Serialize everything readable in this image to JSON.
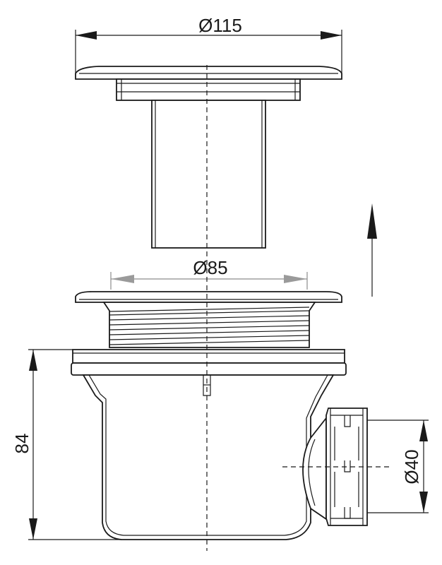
{
  "dimensions": {
    "grate_diameter": "Ø115",
    "flange_diameter": "Ø85",
    "body_height": "84",
    "outlet_diameter": "Ø40"
  }
}
